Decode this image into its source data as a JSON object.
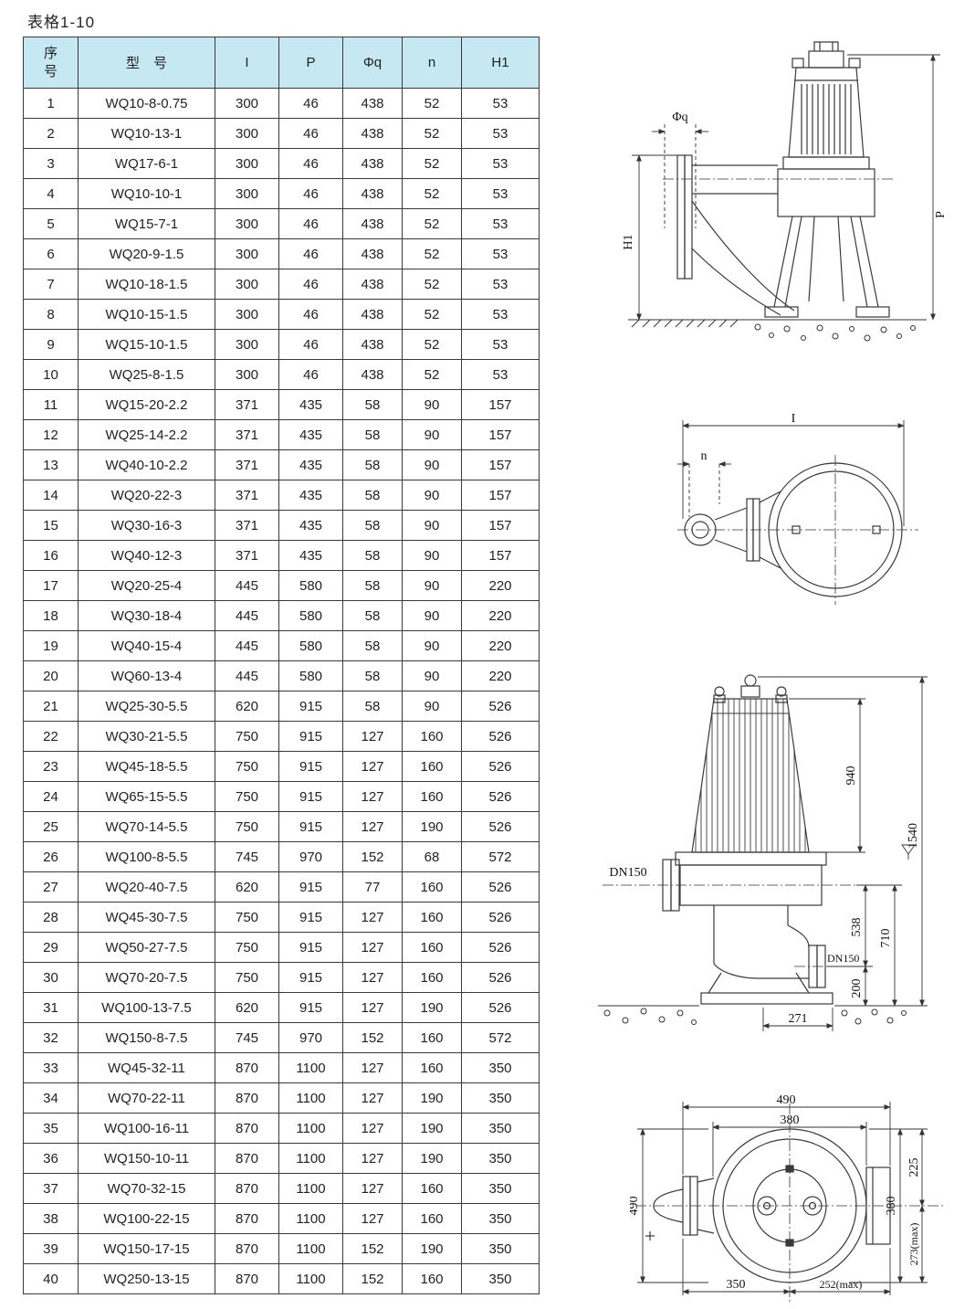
{
  "page": {
    "title": "表格1-10"
  },
  "table": {
    "headers": [
      "序号",
      "型　号",
      "I",
      "P",
      "Φq",
      "n",
      "H1"
    ],
    "rows": [
      [
        "1",
        "WQ10-8-0.75",
        "300",
        "46",
        "438",
        "52",
        "53"
      ],
      [
        "2",
        "WQ10-13-1",
        "300",
        "46",
        "438",
        "52",
        "53"
      ],
      [
        "3",
        "WQ17-6-1",
        "300",
        "46",
        "438",
        "52",
        "53"
      ],
      [
        "4",
        "WQ10-10-1",
        "300",
        "46",
        "438",
        "52",
        "53"
      ],
      [
        "5",
        "WQ15-7-1",
        "300",
        "46",
        "438",
        "52",
        "53"
      ],
      [
        "6",
        "WQ20-9-1.5",
        "300",
        "46",
        "438",
        "52",
        "53"
      ],
      [
        "7",
        "WQ10-18-1.5",
        "300",
        "46",
        "438",
        "52",
        "53"
      ],
      [
        "8",
        "WQ10-15-1.5",
        "300",
        "46",
        "438",
        "52",
        "53"
      ],
      [
        "9",
        "WQ15-10-1.5",
        "300",
        "46",
        "438",
        "52",
        "53"
      ],
      [
        "10",
        "WQ25-8-1.5",
        "300",
        "46",
        "438",
        "52",
        "53"
      ],
      [
        "11",
        "WQ15-20-2.2",
        "371",
        "435",
        "58",
        "90",
        "157"
      ],
      [
        "12",
        "WQ25-14-2.2",
        "371",
        "435",
        "58",
        "90",
        "157"
      ],
      [
        "13",
        "WQ40-10-2.2",
        "371",
        "435",
        "58",
        "90",
        "157"
      ],
      [
        "14",
        "WQ20-22-3",
        "371",
        "435",
        "58",
        "90",
        "157"
      ],
      [
        "15",
        "WQ30-16-3",
        "371",
        "435",
        "58",
        "90",
        "157"
      ],
      [
        "16",
        "WQ40-12-3",
        "371",
        "435",
        "58",
        "90",
        "157"
      ],
      [
        "17",
        "WQ20-25-4",
        "445",
        "580",
        "58",
        "90",
        "220"
      ],
      [
        "18",
        "WQ30-18-4",
        "445",
        "580",
        "58",
        "90",
        "220"
      ],
      [
        "19",
        "WQ40-15-4",
        "445",
        "580",
        "58",
        "90",
        "220"
      ],
      [
        "20",
        "WQ60-13-4",
        "445",
        "580",
        "58",
        "90",
        "220"
      ],
      [
        "21",
        "WQ25-30-5.5",
        "620",
        "915",
        "58",
        "90",
        "526"
      ],
      [
        "22",
        "WQ30-21-5.5",
        "750",
        "915",
        "127",
        "160",
        "526"
      ],
      [
        "23",
        "WQ45-18-5.5",
        "750",
        "915",
        "127",
        "160",
        "526"
      ],
      [
        "24",
        "WQ65-15-5.5",
        "750",
        "915",
        "127",
        "160",
        "526"
      ],
      [
        "25",
        "WQ70-14-5.5",
        "750",
        "915",
        "127",
        "190",
        "526"
      ],
      [
        "26",
        "WQ100-8-5.5",
        "745",
        "970",
        "152",
        "68",
        "572"
      ],
      [
        "27",
        "WQ20-40-7.5",
        "620",
        "915",
        "77",
        "160",
        "526"
      ],
      [
        "28",
        "WQ45-30-7.5",
        "750",
        "915",
        "127",
        "160",
        "526"
      ],
      [
        "29",
        "WQ50-27-7.5",
        "750",
        "915",
        "127",
        "160",
        "526"
      ],
      [
        "30",
        "WQ70-20-7.5",
        "750",
        "915",
        "127",
        "160",
        "526"
      ],
      [
        "31",
        "WQ100-13-7.5",
        "620",
        "915",
        "127",
        "190",
        "526"
      ],
      [
        "32",
        "WQ150-8-7.5",
        "745",
        "970",
        "152",
        "160",
        "572"
      ],
      [
        "33",
        "WQ45-32-11",
        "870",
        "1100",
        "127",
        "160",
        "350"
      ],
      [
        "34",
        "WQ70-22-11",
        "870",
        "1100",
        "127",
        "190",
        "350"
      ],
      [
        "35",
        "WQ100-16-11",
        "870",
        "1100",
        "127",
        "190",
        "350"
      ],
      [
        "36",
        "WQ150-10-11",
        "870",
        "1100",
        "127",
        "190",
        "350"
      ],
      [
        "37",
        "WQ70-32-15",
        "870",
        "1100",
        "127",
        "160",
        "350"
      ],
      [
        "38",
        "WQ100-22-15",
        "870",
        "1100",
        "127",
        "160",
        "350"
      ],
      [
        "39",
        "WQ150-17-15",
        "870",
        "1100",
        "152",
        "190",
        "350"
      ],
      [
        "40",
        "WQ250-13-15",
        "870",
        "1100",
        "152",
        "160",
        "350"
      ]
    ]
  },
  "diagrams": {
    "side_view": {
      "phi_q": "Φq",
      "h1": "H1",
      "p": "P"
    },
    "top_view": {
      "i": "I",
      "n": "n"
    },
    "front_view": {
      "d940": "940",
      "d1540": "1540",
      "dn150_left": "DN150",
      "d538": "538",
      "d710": "710",
      "dn150_right": "DN150",
      "d200": "200",
      "d271": "271",
      "level_mark": "▽"
    },
    "plan_view": {
      "d490_top": "490",
      "d380_top": "380",
      "d225": "225",
      "d490_left": "490",
      "d380_right": "380",
      "d273_max": "273(max)",
      "d350": "350",
      "d252_max": "252(max)"
    }
  }
}
